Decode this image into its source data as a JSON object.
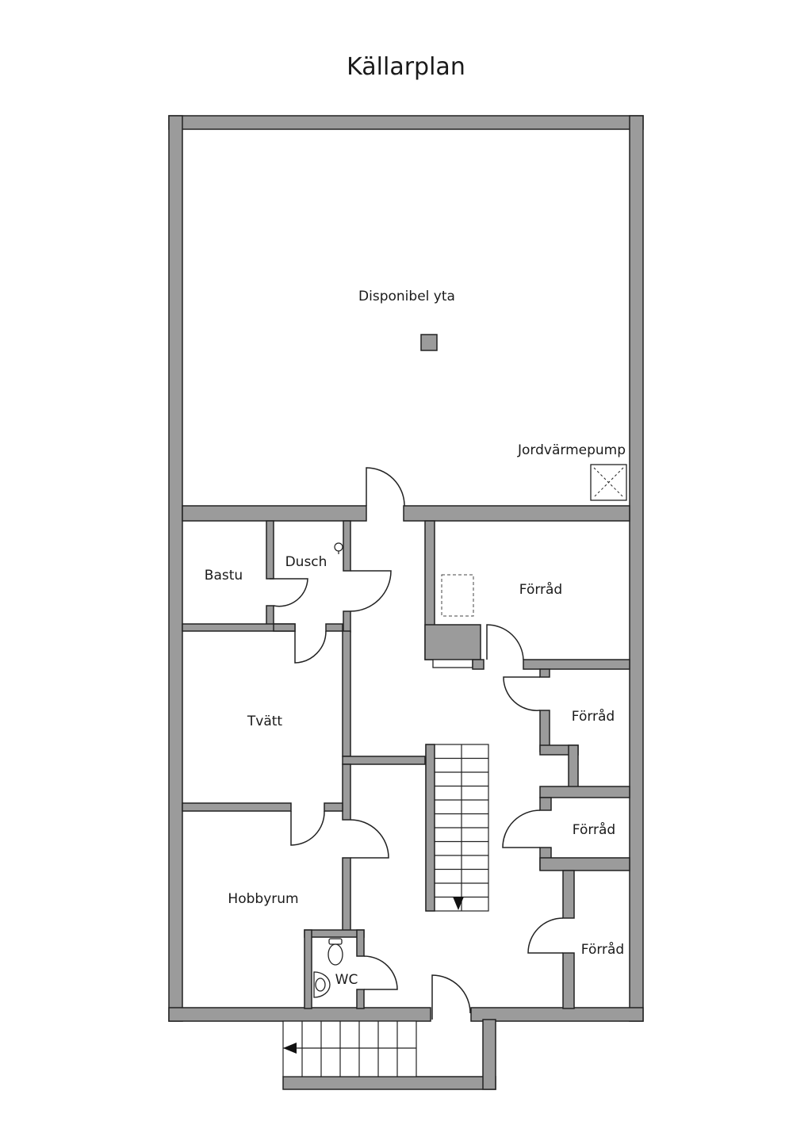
{
  "plan": {
    "title": "Källarplan",
    "rooms": {
      "disponibel": "Disponibel yta",
      "jordvarme": "Jordvärmepump",
      "bastu": "Bastu",
      "dusch": "Dusch",
      "forrad_1": "Förråd",
      "tvatt": "Tvätt",
      "forrad_2": "Förråd",
      "forrad_3": "Förråd",
      "hobbyrum": "Hobbyrum",
      "forrad_4": "Förråd",
      "wc": "WC"
    },
    "colors": {
      "wall": "#9b9b9b",
      "line": "#222222"
    }
  }
}
